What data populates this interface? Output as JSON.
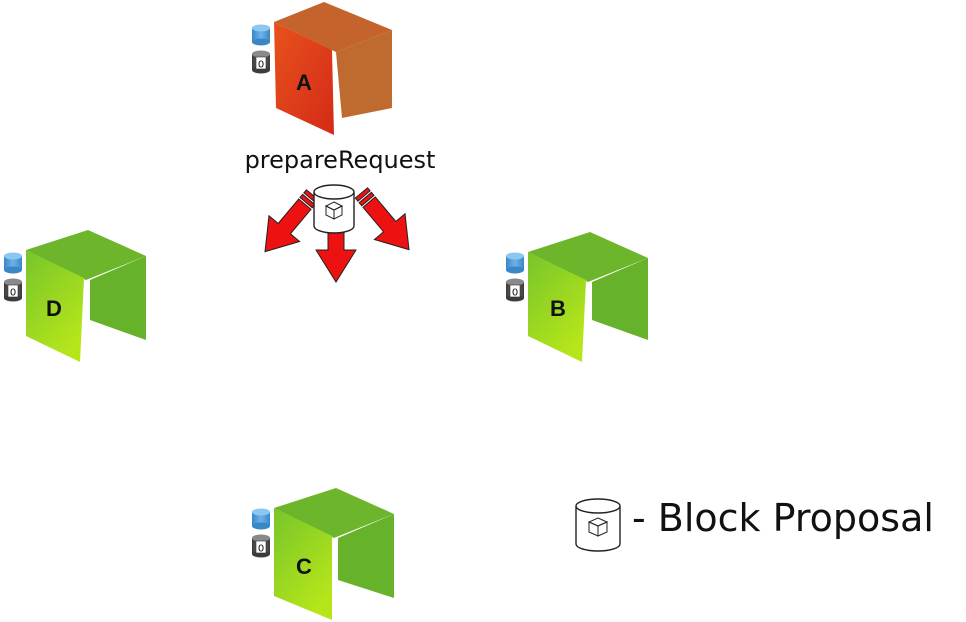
{
  "nodes": [
    {
      "id": "A",
      "label": "A",
      "state": "speaker",
      "counter": "0",
      "colors": {
        "front": "#e0401c",
        "top": "#c4632b",
        "side": "#bf6a2e"
      }
    },
    {
      "id": "B",
      "label": "B",
      "state": "backup",
      "counter": "0",
      "colors": {
        "front": "#8cd41e",
        "top": "#6db62c",
        "side": "#66b22a"
      }
    },
    {
      "id": "C",
      "label": "C",
      "state": "backup",
      "counter": "0",
      "colors": {
        "front": "#8cd41e",
        "top": "#6db62c",
        "side": "#66b22a"
      }
    },
    {
      "id": "D",
      "label": "D",
      "state": "backup",
      "counter": "0",
      "colors": {
        "front": "#8cd41e",
        "top": "#6db62c",
        "side": "#66b22a"
      }
    }
  ],
  "message": {
    "label": "prepareRequest",
    "icon": "block-proposal-icon",
    "arrow_color": "#ee1111"
  },
  "legend": {
    "icon": "block-proposal-icon",
    "text": "- Block Proposal"
  }
}
